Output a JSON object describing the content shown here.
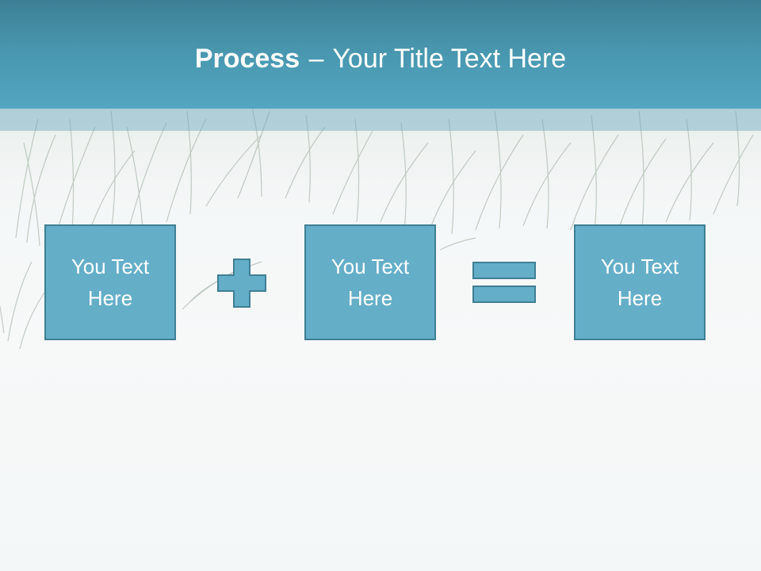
{
  "header": {
    "title_bold": "Process",
    "title_separator": "–",
    "title_rest": "Your Title Text Here",
    "color": "#4896ae"
  },
  "boxes": [
    {
      "text": "You Text Here"
    },
    {
      "text": "You Text Here"
    },
    {
      "text": "You Text Here"
    }
  ],
  "operators": [
    "plus-icon",
    "equals-icon"
  ],
  "colors": {
    "box_fill": "#64aec8",
    "box_border": "#3f7f95",
    "background": "#f4f7f7"
  }
}
